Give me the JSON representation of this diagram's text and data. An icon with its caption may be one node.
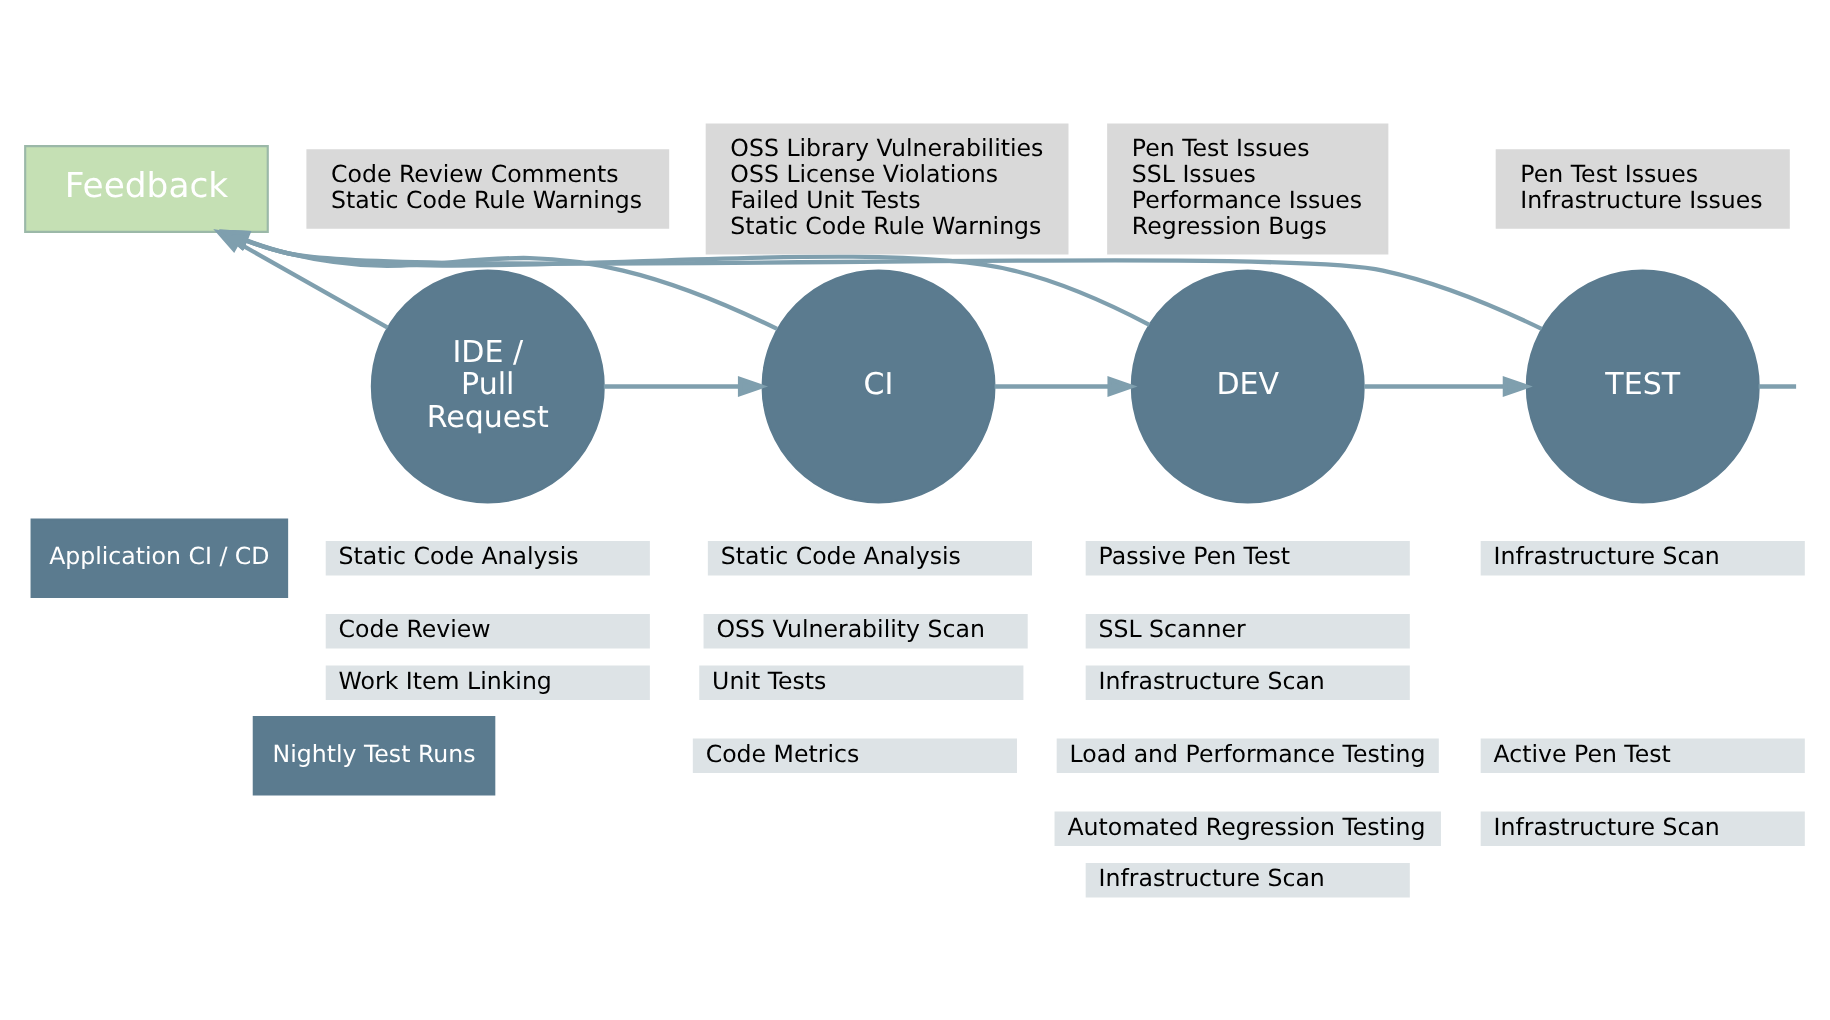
{
  "diagram": {
    "nodes": [
      {
        "text": [
          "Feedback"
        ]
      },
      {
        "text": [
          "IDE / Pull Request"
        ]
      },
      {
        "text": [
          "CI"
        ]
      },
      {
        "text": [
          "DEV"
        ]
      },
      {
        "text": [
          "TEST"
        ]
      },
      {
        "text": [
          "Code Review Comments",
          "Static Code Rule Warnings"
        ]
      },
      {
        "text": [
          "OSS Library Vulnerabilities",
          "OSS License Violations",
          "Failed Unit Tests",
          "Static Code Rule Warnings"
        ]
      },
      {
        "text": [
          "Pen Test Issues",
          "SSL Issues",
          "Performance Issues",
          "Regression Bugs"
        ]
      },
      {
        "text": [
          "Pen Test Issues",
          "Infrastructure Issues"
        ]
      },
      {
        "text": [
          "Application CI / CD"
        ]
      },
      {
        "text": [
          "Nightly Test Runs"
        ]
      }
    ],
    "edges": [
      {
        "from": 1,
        "to": 2,
        "arrow": "to"
      },
      {
        "from": 2,
        "to": 3,
        "arrow": "to"
      },
      {
        "from": 3,
        "to": 4,
        "arrow": "to"
      },
      {
        "from": 4,
        "to": null,
        "arrow": "none"
      },
      {
        "from": 1,
        "to": 0,
        "arrow": "to"
      },
      {
        "from": 2,
        "to": 0,
        "arrow": "to"
      },
      {
        "from": 3,
        "to": 0,
        "arrow": "to"
      },
      {
        "from": 4,
        "to": 0,
        "arrow": "to"
      }
    ],
    "labels": [
      "Static Code Analysis",
      "Code Review",
      "Work Item Linking",
      "Static Code Analysis",
      "OSS Vulnerability Scan",
      "Unit Tests",
      "Code Metrics",
      "Passive Pen Test",
      "SSL Scanner",
      "Infrastructure Scan",
      "Infrastructure Scan",
      "Load and Performance Testing",
      "Automated Regression Testing",
      "Infrastructure Scan",
      "Active Pen Test",
      "Infrastructure Scan"
    ]
  }
}
